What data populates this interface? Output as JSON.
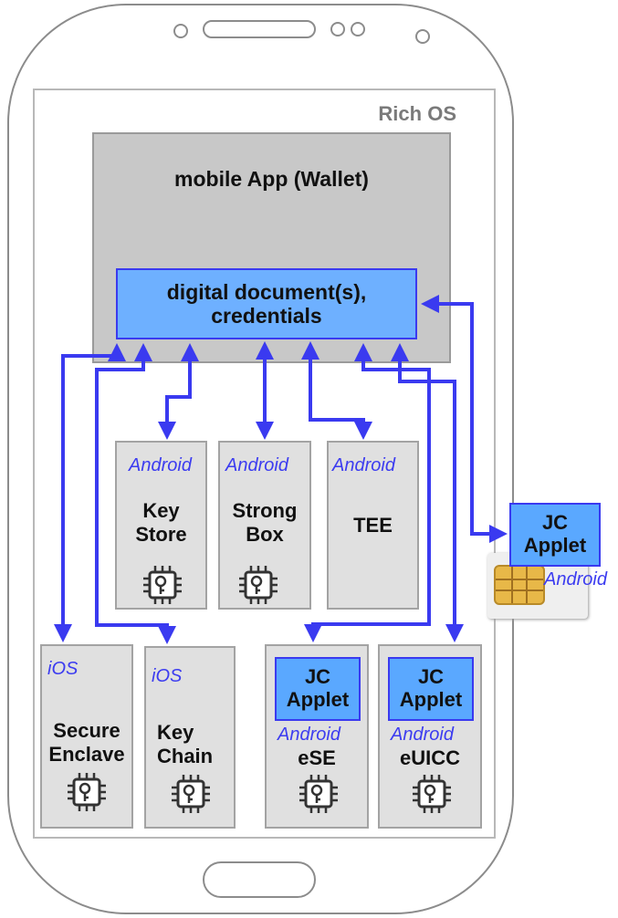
{
  "rich_os_label": "Rich OS",
  "app": {
    "title": "mobile App (Wallet)"
  },
  "documents": {
    "line1": "digital document(s),",
    "line2": "credentials"
  },
  "stores": [
    {
      "platform": "Android",
      "name1": "Key",
      "name2": "Store"
    },
    {
      "platform": "Android",
      "name1": "Strong",
      "name2": "Box"
    },
    {
      "platform": "Android",
      "name1": "TEE",
      "name2": ""
    },
    {
      "platform": "iOS",
      "name1": "Secure",
      "name2": "Enclave"
    },
    {
      "platform": "iOS",
      "name1": "Key",
      "name2": "Chain"
    },
    {
      "platform": "Android",
      "name1": "eSE",
      "name2": ""
    },
    {
      "platform": "Android",
      "name1": "eUICC",
      "name2": ""
    }
  ],
  "jc_applet": {
    "line1": "JC",
    "line2": "Applet"
  },
  "sim": {
    "platform": "Android"
  },
  "colors": {
    "arrow": "#3a3af0",
    "app": "#c8c8c8",
    "doc": "#6eb0ff",
    "applet": "#5aa8ff",
    "store": "#e0e0e0"
  },
  "icons": [
    "secure-chip-key-icon",
    "sim-card-icon"
  ]
}
